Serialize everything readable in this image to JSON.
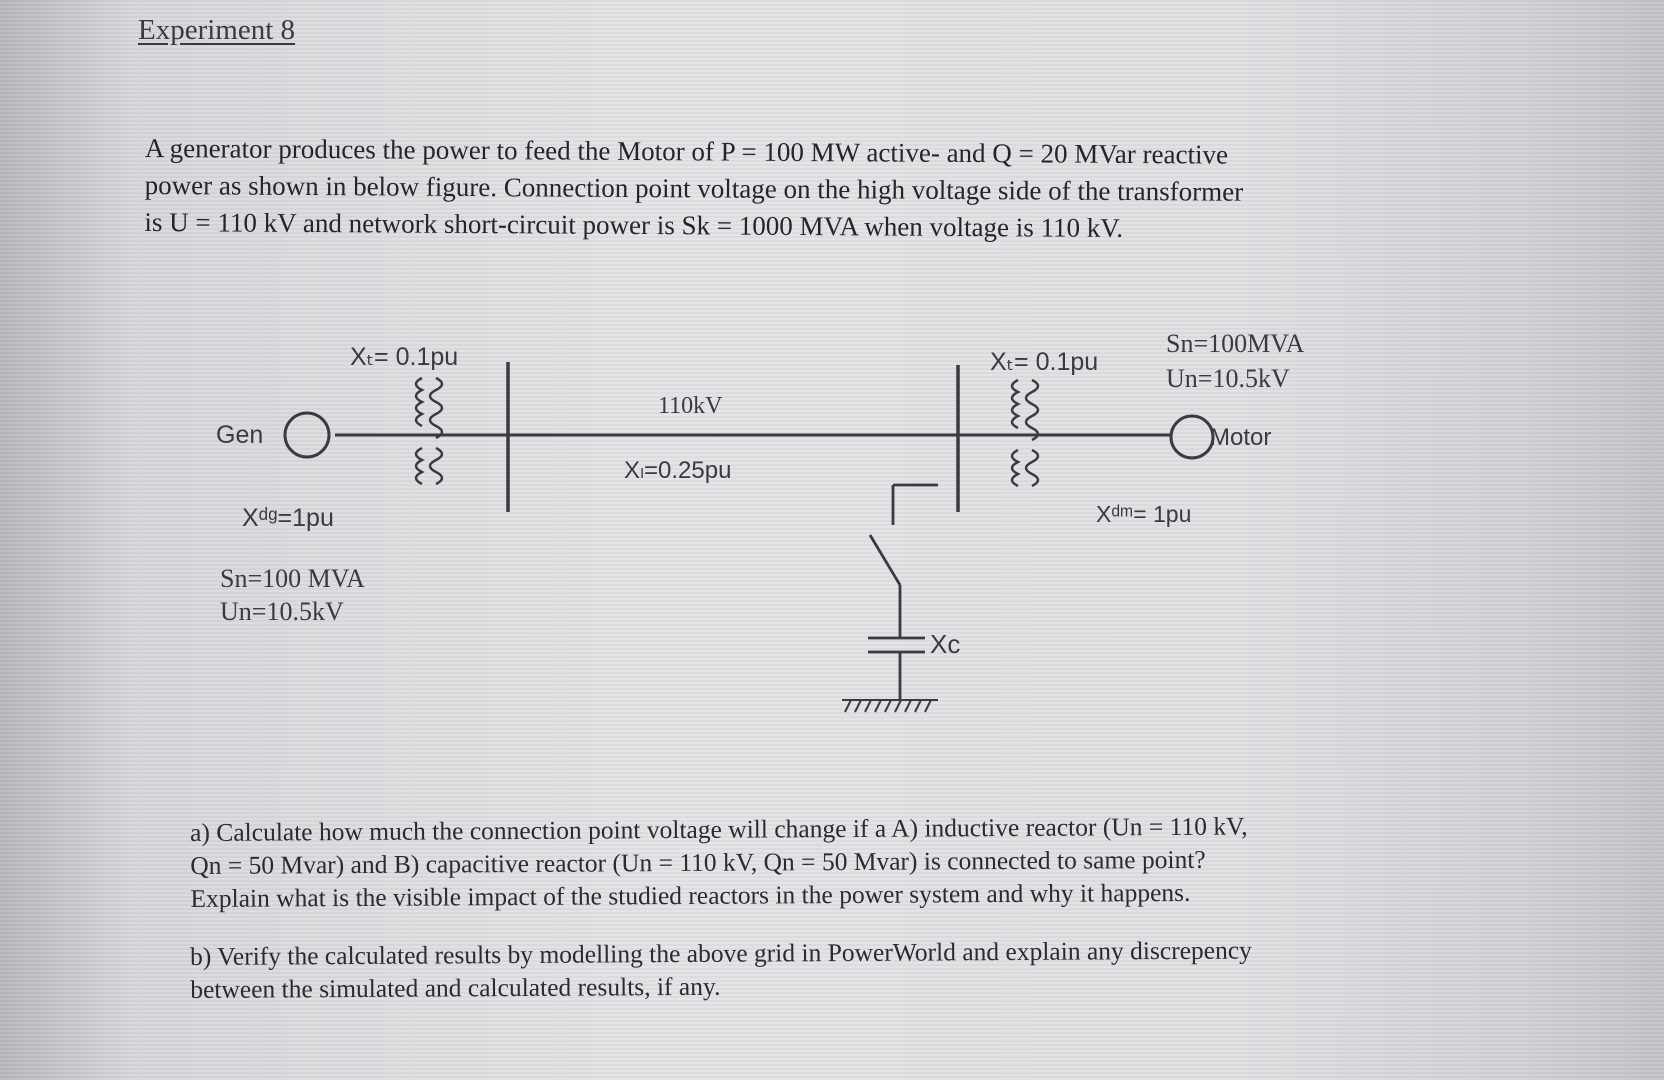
{
  "title": "Experiment 8",
  "intro": {
    "line1": "A generator produces the power to feed the Motor of P = 100 MW active- and Q = 20 MVar reactive",
    "line2": "power as shown in below figure. Connection point voltage on the high voltage side of the transformer",
    "line3": "is U = 110 kV and network short-circuit power is Sk = 1000 MVA when voltage is 110 kV."
  },
  "diagram": {
    "gen_label": "Gen",
    "xt1_label": "Xₜ= 0.1pu",
    "xt2_label": "Xₜ= 0.1pu",
    "line_voltage": "110kV",
    "xl_label": "Xₗ=0.25pu",
    "xdg_label": "Xᵈᵍ=1pu",
    "gen_sn": "Sn=100 MVA",
    "gen_un": "Un=10.5kV",
    "motor_sn": "Sn=100MVA",
    "motor_un": "Un=10.5kV",
    "motor_label": "Motor",
    "xdm_label": "Xᵈᵐ= 1pu",
    "xc_label": "Xc"
  },
  "questions": {
    "a_line1": "a) Calculate how much the connection point voltage will change if a A) inductive reactor (Un = 110 kV,",
    "a_line2": "Qn = 50 Mvar) and B) capacitive reactor (Un = 110 kV, Qn = 50 Mvar) is connected to same point?",
    "a_line3": "Explain what is the visible impact of the studied reactors in the power system and why it happens.",
    "b_line1": "b) Verify the calculated results by modelling the above grid in PowerWorld and explain any discrepency",
    "b_line2": "between the simulated and calculated results, if any."
  }
}
